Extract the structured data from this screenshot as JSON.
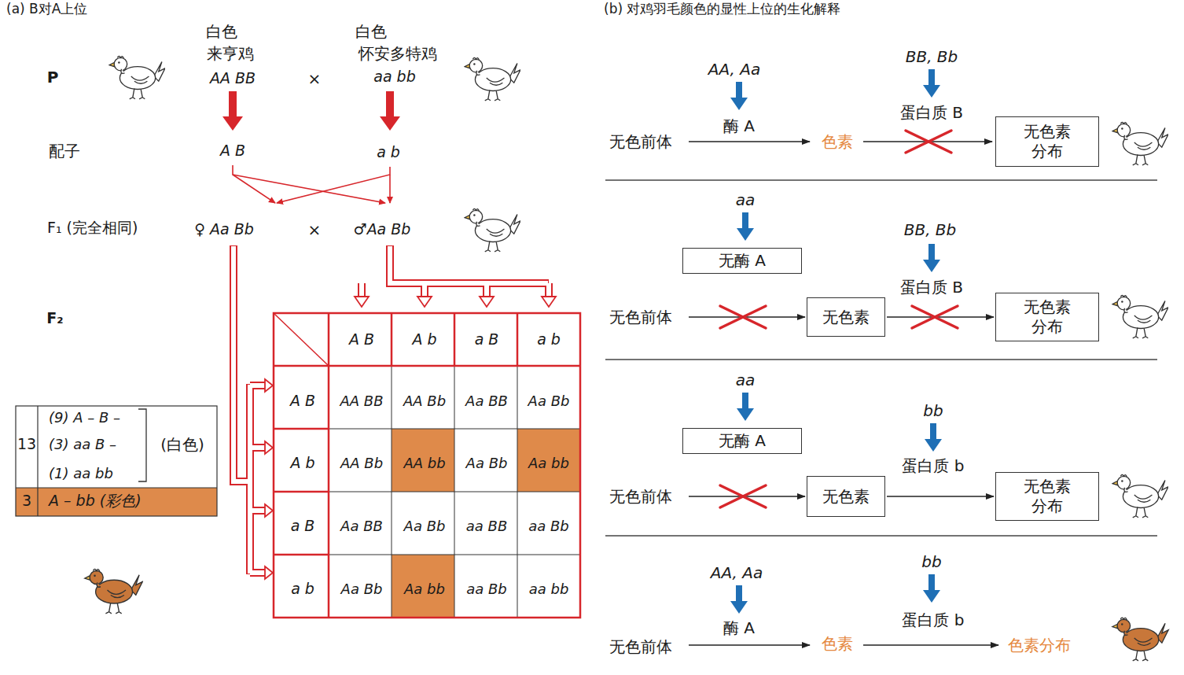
{
  "diagram": {
    "nodes": [
      {
        "text": [
          "无色素 分布"
        ]
      },
      {
        "text": [
          "无酶 A"
        ]
      },
      {
        "text": [
          "无色素"
        ]
      },
      {
        "text": [
          "无色素 分布"
        ]
      },
      {
        "text": [
          "无酶 A"
        ]
      },
      {
        "text": [
          "无色素"
        ]
      },
      {
        "text": [
          "无色素 分布"
        ]
      }
    ],
    "edges": [
      {
        "from": 2,
        "to": 3,
        "arrow": "to"
      },
      {
        "from": 5,
        "to": 6,
        "arrow": "to"
      }
    ],
    "labels": [
      "(a) B对A上位",
      "(b) 对鸡羽毛颜色的显性上位的生化解释",
      "白色",
      "来亨鸡",
      "AA BB",
      "×",
      "白色",
      "怀安多特鸡",
      "aa bb",
      "P",
      "配子",
      "A B",
      "a b",
      "F₁ (完全相同)",
      "♀ Aa Bb",
      "×",
      "♂Aa Bb",
      "F₂",
      "A B",
      "A b",
      "a B",
      "a b",
      "A B",
      "A b",
      "a B",
      "a b",
      "AA BB",
      "AA Bb",
      "Aa BB",
      "Aa Bb",
      "AA Bb",
      "AA bb",
      "Aa Bb",
      "Aa bb",
      "Aa BB",
      "Aa Bb",
      "aa BB",
      "aa Bb",
      "Aa Bb",
      "Aa bb",
      "aa Bb",
      "aa bb",
      "13",
      "(9) A – B –",
      "(3) aa B –",
      "(1) aa bb",
      "(白色)",
      "3",
      "A – bb (彩色)",
      "AA, Aa",
      "BB, Bb",
      "酶 A",
      "无色前体",
      "色素",
      "蛋白质 B",
      "aa",
      "BB, Bb",
      "蛋白质 B",
      "无色前体",
      "aa",
      "bb",
      "蛋白质 b",
      "无色前体",
      "AA, Aa",
      "bb",
      "酶 A",
      "蛋白质 b",
      "无色前体",
      "色素",
      "色素分布"
    ]
  }
}
